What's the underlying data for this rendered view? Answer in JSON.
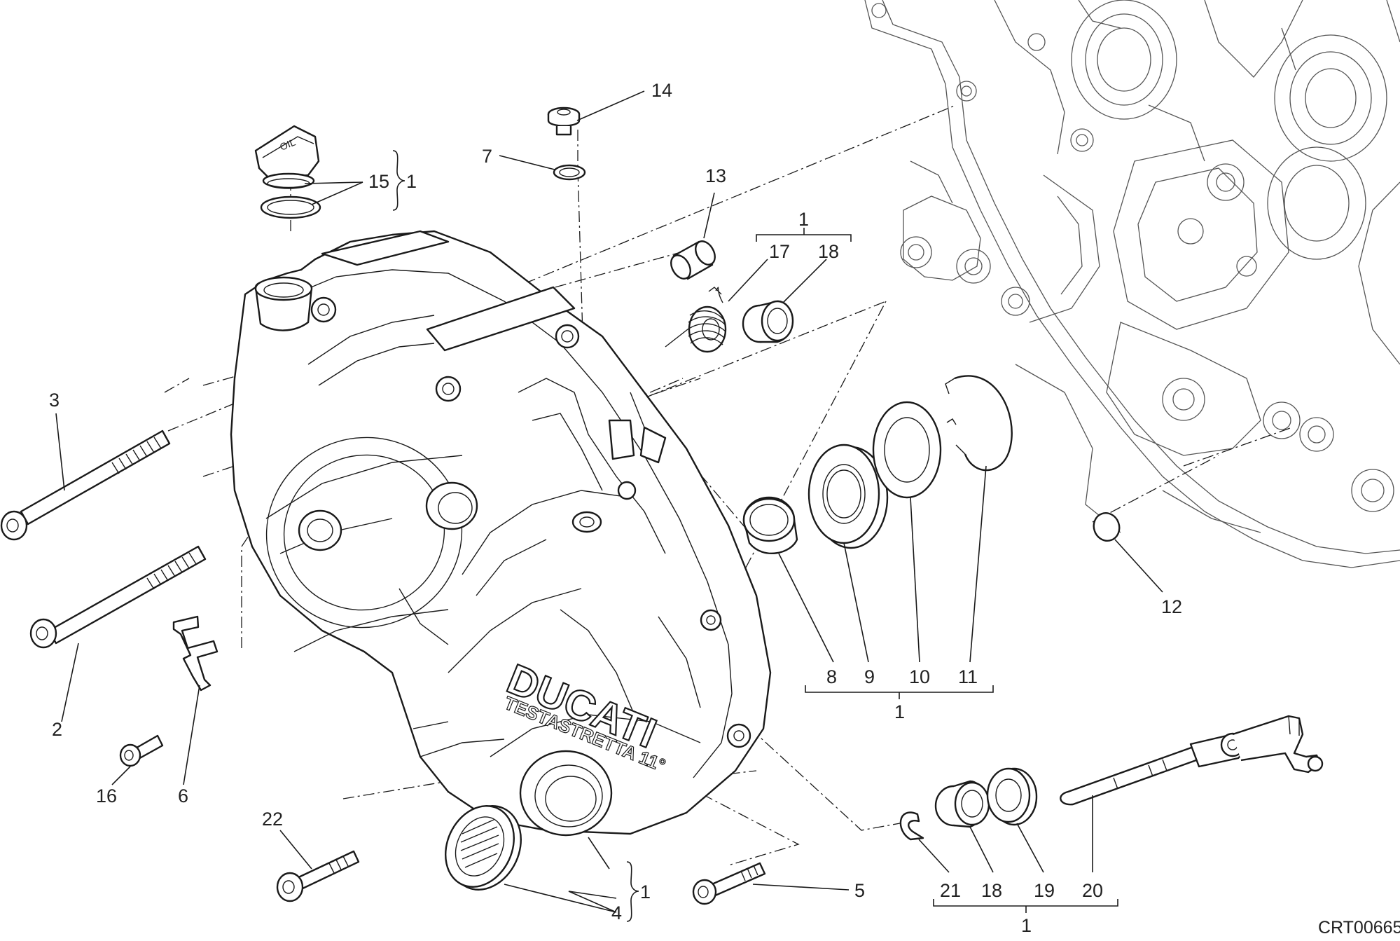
{
  "drawing_code": "CRT00665",
  "cover_text": {
    "brand": "DUCATI",
    "subline": "TESTASTRETTA 11°",
    "cap": "OIL"
  },
  "callouts": {
    "c1a": "1",
    "c1b": "1",
    "c1c": "1",
    "c1d": "1",
    "c1e": "1",
    "c2": "2",
    "c3": "3",
    "c4": "4",
    "c5": "5",
    "c6": "6",
    "c7": "7",
    "c8": "8",
    "c9": "9",
    "c10": "10",
    "c11": "11",
    "c12": "12",
    "c13": "13",
    "c14": "14",
    "c15": "15",
    "c16": "16",
    "c17": "17",
    "c18a": "18",
    "c18b": "18",
    "c19": "19",
    "c20": "20",
    "c21": "21",
    "c22": "22"
  }
}
